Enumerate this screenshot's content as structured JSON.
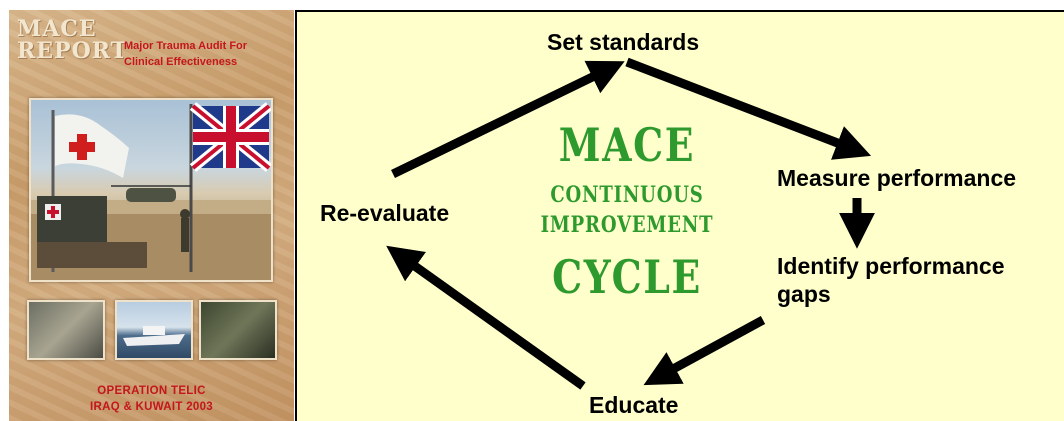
{
  "cover": {
    "masthead_line1": "MACE",
    "masthead_line2": "REPORT",
    "subtitle_line1": "Major Trauma Audit For",
    "subtitle_line2": "Clinical Effectiveness",
    "footer_line1": "OPERATION TELIC",
    "footer_line2": "IRAQ & KUWAIT 2003"
  },
  "diagram": {
    "center": {
      "line1": "MACE",
      "line2": "CONTINUOUS",
      "line3": "IMPROVEMENT",
      "line4": "CYCLE"
    },
    "steps": {
      "set_standards": "Set standards",
      "measure_performance": "Measure performance",
      "identify_line1": "Identify performance",
      "identify_line2": "gaps",
      "educate": "Educate",
      "reevaluate": "Re-evaluate"
    },
    "colors": {
      "panel_background": "#ffffcc",
      "center_text": "#2e9a2e",
      "arrow": "#000000",
      "cover_accent": "#c4161c"
    }
  }
}
